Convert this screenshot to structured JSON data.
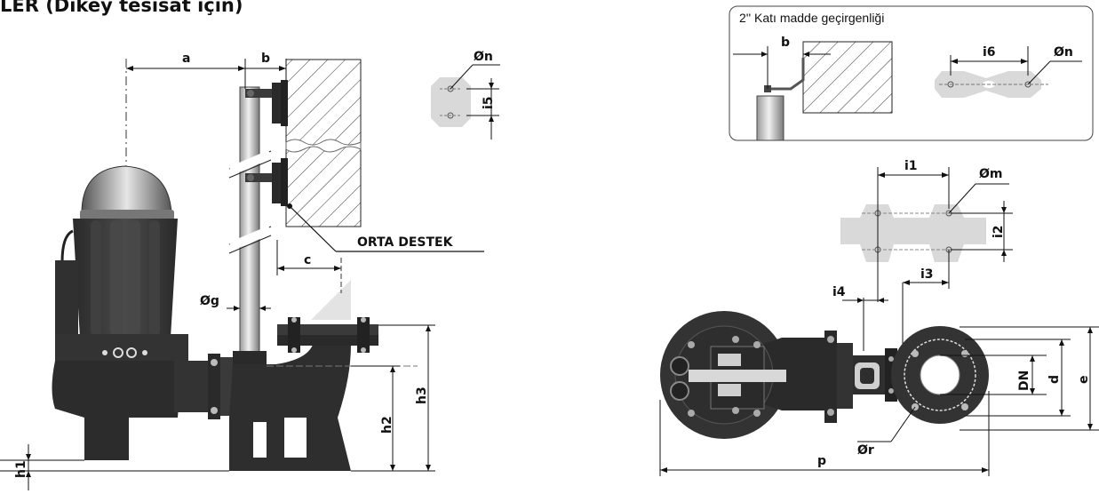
{
  "title": "LER (Dikey tesisat için)",
  "inset_caption": "2'' Katı madde geçirgenliği",
  "support_label": "ORTA DESTEK",
  "dimensions": {
    "a": "a",
    "b": "b",
    "b_inset": "b",
    "c": "c",
    "g": "Øg",
    "n": "Øn",
    "n_inset": "Øn",
    "i5": "i5",
    "i6": "i6",
    "h1": "h1",
    "h2": "h2",
    "h3": "h3",
    "i1": "i1",
    "i2": "i2",
    "i3": "i3",
    "i4": "i4",
    "m": "Øm",
    "r": "Ør",
    "dn": "DN",
    "d": "d",
    "e": "e",
    "p": "p"
  },
  "colors": {
    "body": "#3a3a3a",
    "body_dark": "#222222",
    "flange": "#555555",
    "plate": "#d9d9d9",
    "line": "#111111"
  }
}
